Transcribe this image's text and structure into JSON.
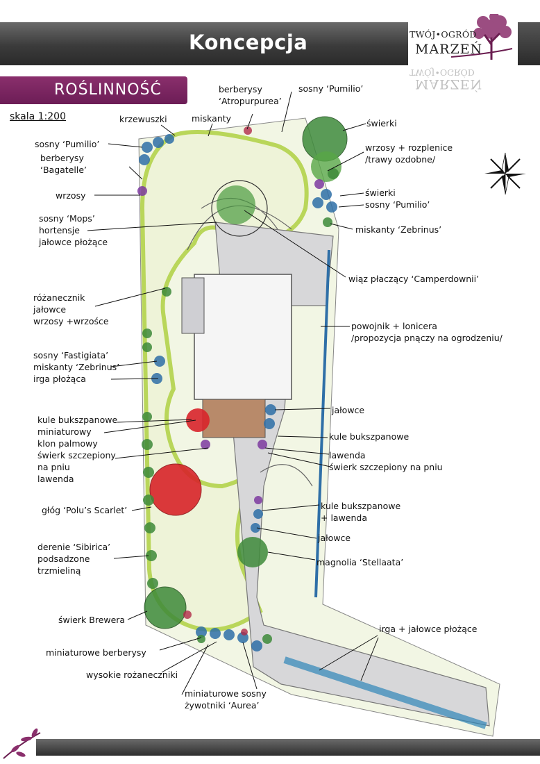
{
  "header": {
    "title": "Koncepcja"
  },
  "logo": {
    "line1": "TWÓJ•OGRÓD",
    "line2": "MARZEŃ"
  },
  "section": {
    "title": "ROŚLINNOŚĆ"
  },
  "scale": "skala 1:200",
  "labels": {
    "krzewuszki": "krzewuszki",
    "miskanty": "miskanty",
    "berberysy_atro": [
      "berberysy",
      "‘Atropurpurea’"
    ],
    "sosny_pumilio_top": "sosny ‘Pumilio’",
    "swierki_top": "świerki",
    "sosny_pumilio_left": "sosny ‘Pumilio’",
    "berberysy_bagatelle": [
      "berberysy",
      "‘Bagatelle’"
    ],
    "wrzosy": "wrzosy",
    "wrzosy_rozplenice": [
      "wrzosy + rozplenice",
      "/trawy ozdobne/"
    ],
    "swierki_sosny": [
      "świerki",
      "sosny ‘Pumilio’"
    ],
    "sosny_mops": [
      "sosny ‘Mops’",
      "hortensje",
      "jałowce płożące"
    ],
    "miskanty_zebrinus_right": "miskanty ‘Zebrinus’",
    "wiaz": "wiąz płaczący ‘Camperdownii’",
    "rozanecznik": [
      "różanecznik",
      "jałowce",
      "wrzosy +wrzośce"
    ],
    "powojnik": [
      "powojnik + lonicera",
      "/propozycja pnączy na ogrodzeniu/"
    ],
    "fastigiata": [
      "sosny ‘Fastigiata’",
      "miskanty ‘Zebrinus’",
      "irga płożąca"
    ],
    "kule_left": [
      "kule bukszpanowe",
      "miniaturowy",
      "klon palmowy",
      "świerk szczepiony",
      "na pniu",
      "lawenda"
    ],
    "jalowce_right1": "jałowce",
    "kule_right1": "kule bukszpanowe",
    "lawenda_right": [
      "lawenda",
      "świerk szczepiony na pniu"
    ],
    "glog": "głóg ‘Polu’s Scarlet’",
    "kule_lawenda": [
      "kule bukszpanowe",
      "+ lawenda"
    ],
    "jalowce_right2": "jałowce",
    "derenie": [
      "derenie ‘Sibirica’",
      "podsadzone",
      "trzmieliną"
    ],
    "magnolia": "magnolia ‘Stellaata’",
    "swierk_brewera": "świerk Brewera",
    "irga_jalowce": "irga + jałowce płożące",
    "mini_berberysy": "miniaturowe berberysy",
    "wysokie_rozaneczniki": "wysokie rożaneczniki",
    "mini_sosny": [
      "miniaturowe sosny",
      "żywotniki ‘Aurea’"
    ]
  },
  "colors": {
    "accent": "#7a2562",
    "header": "#3b3b3b",
    "lawn": "#eef3d8",
    "lawn_edge": "#c9e06a",
    "paving": "#d7d7d9",
    "shrub_blue": "#2f6fa7",
    "shrub_green": "#3e8a3a",
    "tree_red": "#d8242a",
    "lavender": "#7d3aa0"
  }
}
